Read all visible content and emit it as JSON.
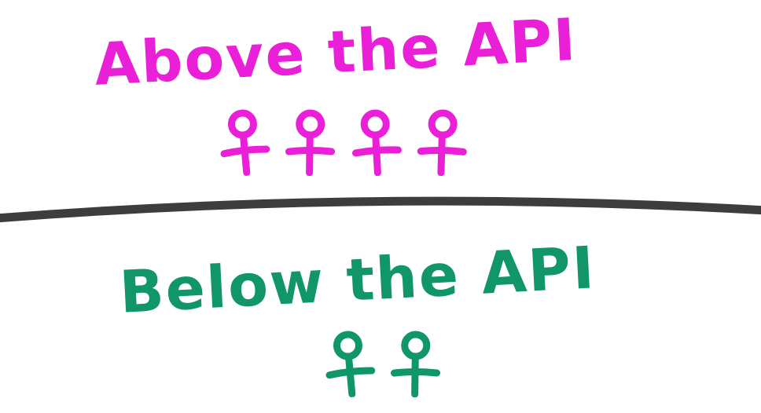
{
  "above": {
    "label": "Above the API",
    "color": "#ea1fd8",
    "people_count": 4
  },
  "below": {
    "label": "Below the API",
    "color": "#11956a",
    "people_count": 2
  },
  "divider": {
    "color": "#3d3d3d"
  },
  "icons": {
    "person": "person-figure-icon"
  }
}
